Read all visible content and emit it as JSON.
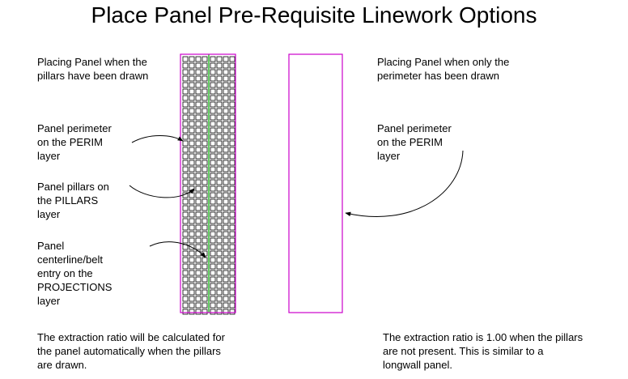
{
  "title": "Place Panel Pre-Requisite Linework Options",
  "left": {
    "heading": [
      "Placing Panel when the",
      "pillars have been drawn"
    ],
    "label_perimeter": [
      "Panel perimeter",
      "on the PERIM",
      "layer"
    ],
    "label_pillars": [
      "Panel pillars on",
      "the PILLARS",
      "layer"
    ],
    "label_centerline": [
      "Panel",
      "centerline/belt",
      "entry on the",
      "PROJECTIONS",
      "layer"
    ],
    "note": [
      "The extraction ratio will be calculated for",
      "the panel automatically when the pillars",
      "are drawn."
    ]
  },
  "right": {
    "heading": [
      "Placing Panel when only the",
      "perimeter has been drawn"
    ],
    "label_perimeter": [
      "Panel perimeter",
      "on the PERIM",
      "layer"
    ],
    "note": [
      "The extraction ratio is 1.00 when the pillars",
      "are not present.  This is similar to a",
      "longwall panel."
    ]
  },
  "colors": {
    "perimeter": "#cc00cc",
    "centerline": "#00aa00",
    "pillars": "#000000"
  }
}
